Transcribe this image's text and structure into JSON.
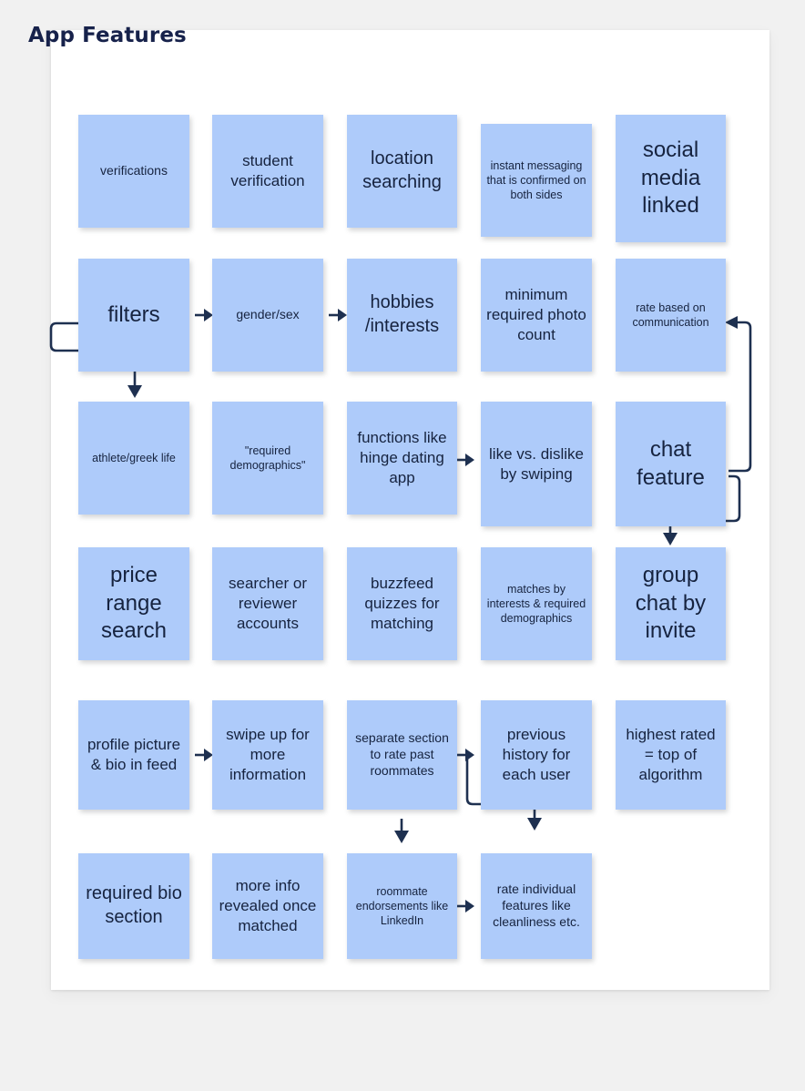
{
  "page": {
    "title": "App Features",
    "background_color": "#f1f1f1",
    "card_color": "#ffffff",
    "node_color": "#aecbfa",
    "text_color": "#16233f",
    "connector_color": "#1e3050"
  },
  "chart_data": {
    "type": "diagram",
    "title": "App Features",
    "layout": "grid of sticky-note cards, 5 columns x 6 rows",
    "nodes": [
      {
        "id": "verifications",
        "row": 1,
        "col": 1,
        "label": "verifications"
      },
      {
        "id": "student-verification",
        "row": 1,
        "col": 2,
        "label": "student verification"
      },
      {
        "id": "location-searching",
        "row": 1,
        "col": 3,
        "label": "location searching"
      },
      {
        "id": "instant-messaging",
        "row": 1,
        "col": 4,
        "label": "instant messaging that is confirmed on both sides"
      },
      {
        "id": "social-media-linked",
        "row": 1,
        "col": 5,
        "label": "social media linked"
      },
      {
        "id": "filters",
        "row": 2,
        "col": 1,
        "label": "filters"
      },
      {
        "id": "gender-sex",
        "row": 2,
        "col": 2,
        "label": "gender/sex"
      },
      {
        "id": "hobbies-interests",
        "row": 2,
        "col": 3,
        "label": "hobbies /interests"
      },
      {
        "id": "minimum-photo-count",
        "row": 2,
        "col": 4,
        "label": "minimum required photo count"
      },
      {
        "id": "rate-based-communication",
        "row": 2,
        "col": 5,
        "label": "rate based on communication"
      },
      {
        "id": "athlete-greek-life",
        "row": 3,
        "col": 1,
        "label": "athlete/greek life"
      },
      {
        "id": "required-demographics",
        "row": 3,
        "col": 2,
        "label": "\"required demographics\""
      },
      {
        "id": "functions-like-hinge",
        "row": 3,
        "col": 3,
        "label": "functions like hinge dating app"
      },
      {
        "id": "like-vs-dislike",
        "row": 3,
        "col": 4,
        "label": "like vs. dislike by swiping"
      },
      {
        "id": "chat-feature",
        "row": 3,
        "col": 5,
        "label": "chat feature"
      },
      {
        "id": "price-range-search",
        "row": 4,
        "col": 1,
        "label": "price range search"
      },
      {
        "id": "searcher-reviewer",
        "row": 4,
        "col": 2,
        "label": "searcher or reviewer accounts"
      },
      {
        "id": "buzzfeed-quizzes",
        "row": 4,
        "col": 3,
        "label": "buzzfeed quizzes for matching"
      },
      {
        "id": "matches-by-interests",
        "row": 4,
        "col": 4,
        "label": "matches by interests & required demographics"
      },
      {
        "id": "group-chat-by-invite",
        "row": 4,
        "col": 5,
        "label": "group chat by invite"
      },
      {
        "id": "profile-picture-bio",
        "row": 5,
        "col": 1,
        "label": "profile picture & bio in feed"
      },
      {
        "id": "swipe-up-more-info",
        "row": 5,
        "col": 2,
        "label": "swipe up for more information"
      },
      {
        "id": "separate-rate-section",
        "row": 5,
        "col": 3,
        "label": "separate section to rate past roommates"
      },
      {
        "id": "previous-history",
        "row": 5,
        "col": 4,
        "label": "previous history for each user"
      },
      {
        "id": "highest-rated-top",
        "row": 5,
        "col": 5,
        "label": "highest rated = top of algorithm"
      },
      {
        "id": "required-bio-section",
        "row": 6,
        "col": 1,
        "label": "required bio section"
      },
      {
        "id": "more-info-once-matched",
        "row": 6,
        "col": 2,
        "label": "more info revealed once matched"
      },
      {
        "id": "roommate-endorsements",
        "row": 6,
        "col": 3,
        "label": "roommate endorsements like LinkedIn"
      },
      {
        "id": "rate-individual-features",
        "row": 6,
        "col": 4,
        "label": "rate individual features like cleanliness etc."
      }
    ],
    "edges": [
      {
        "from": "filters",
        "to": "gender-sex",
        "style": "straight-right-arrow"
      },
      {
        "from": "gender-sex",
        "to": "hobbies-interests",
        "style": "straight-right-arrow"
      },
      {
        "from": "filters",
        "to": "athlete-greek-life",
        "style": "elbow-left-down-arrow"
      },
      {
        "from": "functions-like-hinge",
        "to": "like-vs-dislike",
        "style": "straight-right-arrow"
      },
      {
        "from": "chat-feature",
        "to": "rate-based-communication",
        "style": "elbow-right-up-left-arrow"
      },
      {
        "from": "chat-feature",
        "to": "group-chat-by-invite",
        "style": "elbow-right-down-left-arrow"
      },
      {
        "from": "profile-picture-bio",
        "to": "swipe-up-more-info",
        "style": "straight-right-arrow"
      },
      {
        "from": "separate-rate-section",
        "to": "roommate-endorsements",
        "style": "straight-down-arrow"
      },
      {
        "from": "separate-rate-section",
        "to": "previous-history",
        "style": "elbow-right-arrow"
      },
      {
        "from": "previous-history",
        "to": "rate-individual-features",
        "style": "elbow-down-arrow"
      },
      {
        "from": "roommate-endorsements",
        "to": "rate-individual-features",
        "style": "straight-right-arrow"
      }
    ]
  }
}
